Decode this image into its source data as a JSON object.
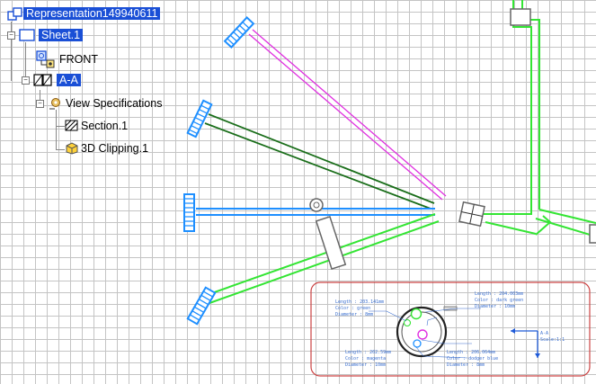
{
  "tree": {
    "root": "Representation149940611",
    "sheet": "Sheet.1",
    "front": "FRONT",
    "section_view": "A-A",
    "view_specs": "View Specifications",
    "section": "Section.1",
    "clipping": "3D Clipping.1"
  },
  "detail": {
    "callouts": [
      {
        "length": "Length : 203.141mm",
        "color": "Color : green",
        "diameter": "Diameter : 8mm"
      },
      {
        "length": "Length : 204.003mm",
        "color": "Color : dark green",
        "diameter": "Diameter : 10mm"
      },
      {
        "length": "Length : 202.59mm",
        "color": "Color : magenta",
        "diameter": "Diameter : 10mm"
      },
      {
        "length": "Length : 206.064mm",
        "color": "Color : dodger blue",
        "diameter": "Diameter : 8mm"
      }
    ],
    "view_label": "A-A",
    "scale": "Scale:1:1"
  },
  "colors": {
    "green": "#33e533",
    "dark_green": "#1a6e1a",
    "magenta": "#e030e0",
    "dodger_blue": "#1e8fff",
    "frame": "#cc4444"
  }
}
